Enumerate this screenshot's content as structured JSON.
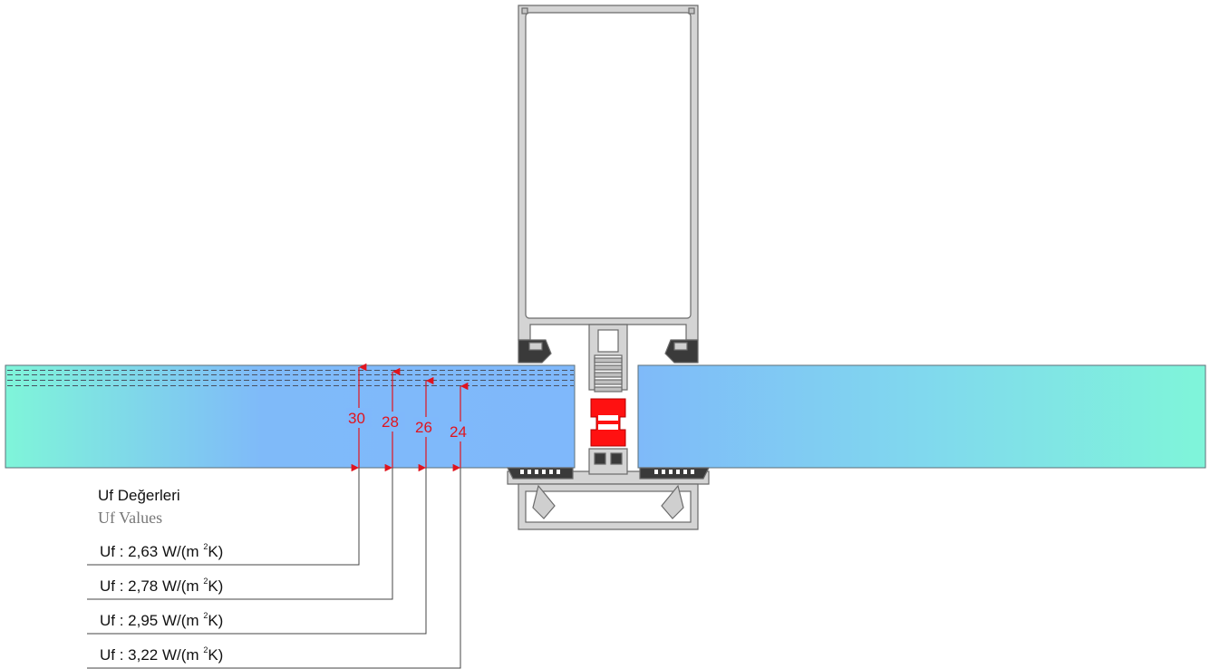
{
  "legend": {
    "title": "Uf Değerleri",
    "subtitle": "Uf Values",
    "rows": [
      {
        "prefix": "Uf : ",
        "value": "2,63",
        "unit_a": " W/(m ",
        "sup": "2",
        "unit_b": "K)"
      },
      {
        "prefix": "Uf : ",
        "value": "2,78",
        "unit_a": " W/(m ",
        "sup": "2",
        "unit_b": "K)"
      },
      {
        "prefix": "Uf : ",
        "value": "2,95",
        "unit_a": " W/(m ",
        "sup": "2",
        "unit_b": "K)"
      },
      {
        "prefix": "Uf : ",
        "value": "3,22",
        "unit_a": " W/(m ",
        "sup": "2",
        "unit_b": "K)"
      }
    ]
  },
  "dimensions": [
    "30",
    "28",
    "26",
    "24"
  ],
  "colors": {
    "glass_edge": "#7ff5d9",
    "glass_center": "#7fbaf9",
    "profile_fill": "#d9d9d9",
    "profile_stroke": "#6b6b6b",
    "thermal_break": "#ff1111",
    "dimension": "#e0141e",
    "leader": "#444444"
  }
}
